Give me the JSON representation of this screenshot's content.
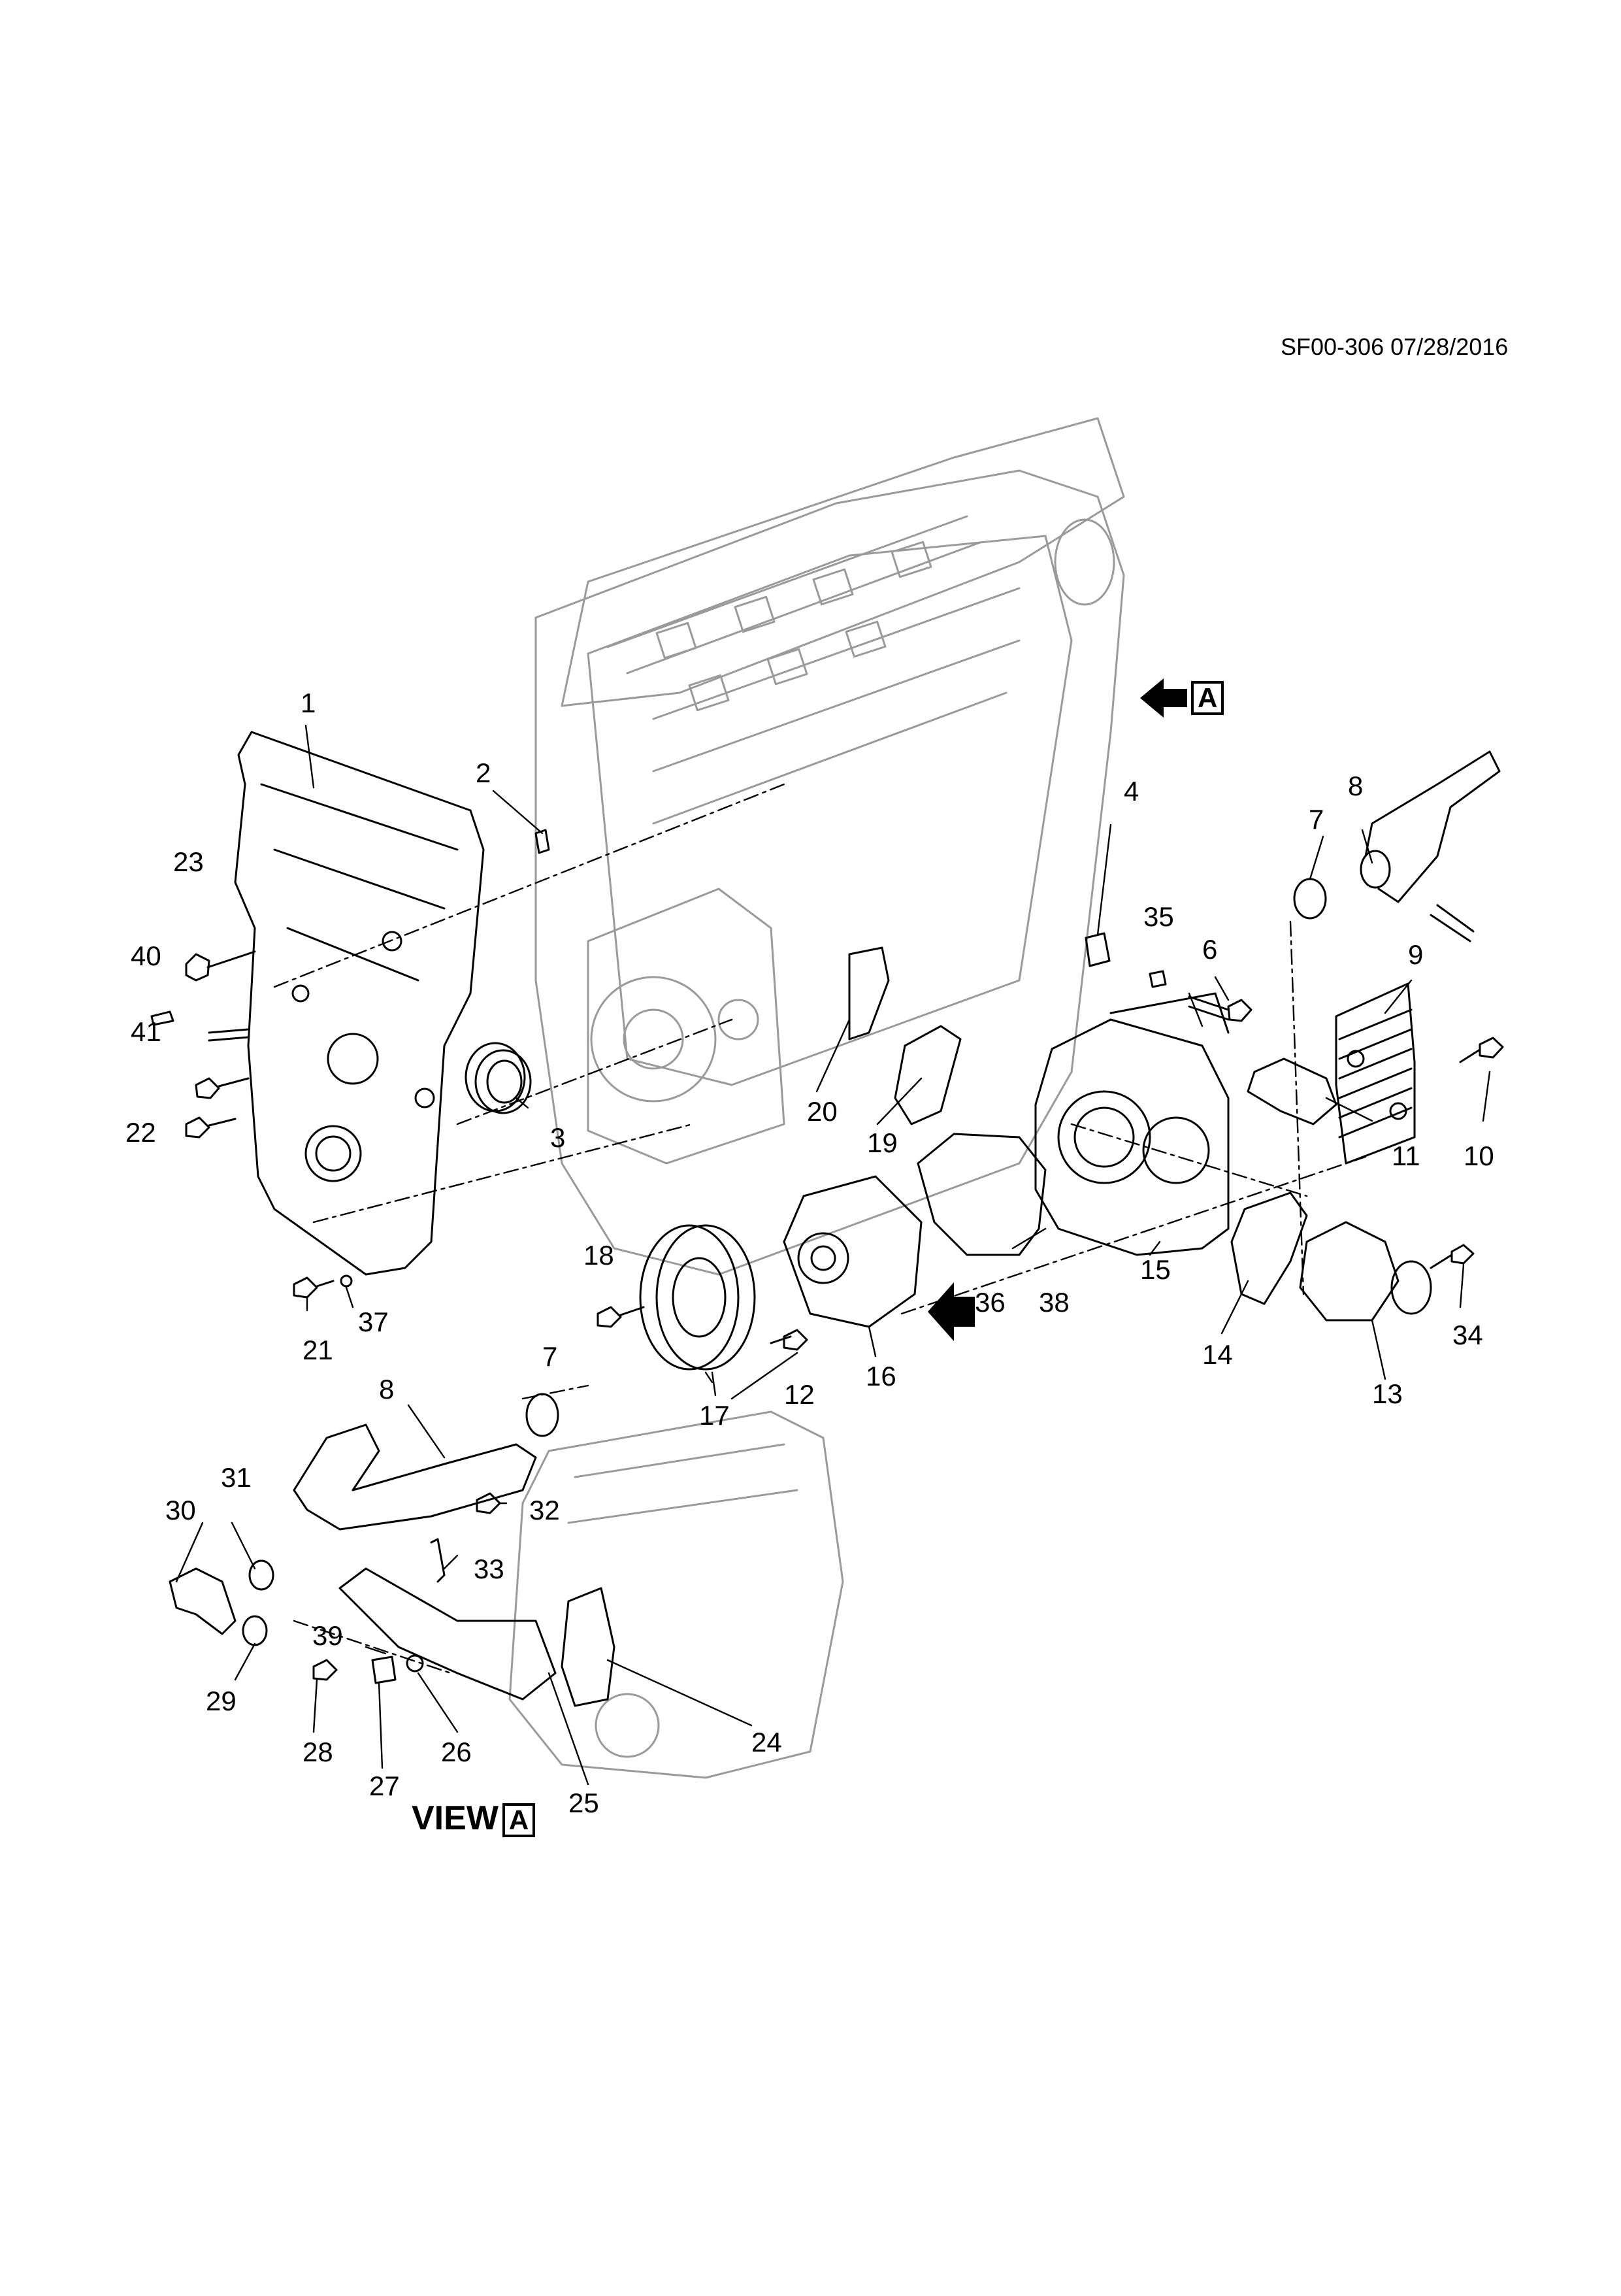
{
  "header": {
    "reference": "SF00-306 07/28/2016"
  },
  "view_label": {
    "text": "VIEW",
    "box": "A"
  },
  "arrow_markers": [
    {
      "box": "A"
    },
    {
      "box": ""
    }
  ],
  "callouts": [
    "1",
    "2",
    "3",
    "4",
    "35",
    "6",
    "7",
    "8",
    "9",
    "10",
    "11",
    "13",
    "14",
    "15",
    "16",
    "17",
    "18",
    "12",
    "19",
    "20",
    "21",
    "37",
    "22",
    "23",
    "40",
    "41",
    "36",
    "38",
    "34",
    "7",
    "8",
    "24",
    "25",
    "26",
    "27",
    "28",
    "29",
    "30",
    "31",
    "32",
    "33",
    "39"
  ]
}
